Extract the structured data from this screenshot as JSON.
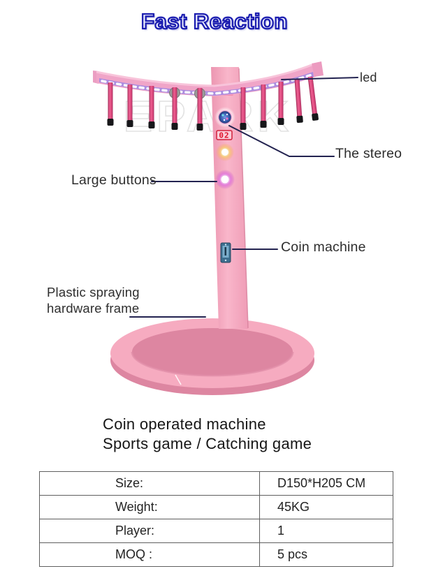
{
  "page_title": "Fast Reaction",
  "annotations": {
    "led": "led",
    "stereo": "The stereo",
    "large_buttons": "Large buttons",
    "coin_machine": "Coin machine",
    "frame_line1": "Plastic spraying",
    "frame_line2": "hardware frame"
  },
  "machine": {
    "score_display": "02",
    "watermark": "EPARK"
  },
  "caption": {
    "line1": "Coin operated machine",
    "line2": "Sports game / Catching game"
  },
  "spec_table": {
    "rows": [
      {
        "label": "Size:",
        "value": "D150*H205 CM"
      },
      {
        "label": "Weight:",
        "value": "45KG"
      },
      {
        "label": "Player:",
        "value": "1"
      },
      {
        "label": "MOQ :",
        "value": "5 pcs"
      }
    ]
  },
  "colors": {
    "title_blue": "#1c1eb0",
    "machine_pink": "#f5a6bf",
    "rod_crimson": "#d84579",
    "led_strip_purple": "#a78ae0",
    "annotation_line": "#232350",
    "display_red": "#e0122a",
    "coin_acceptor_blue": "#3c6e8f",
    "table_border": "#5f5f5f"
  }
}
